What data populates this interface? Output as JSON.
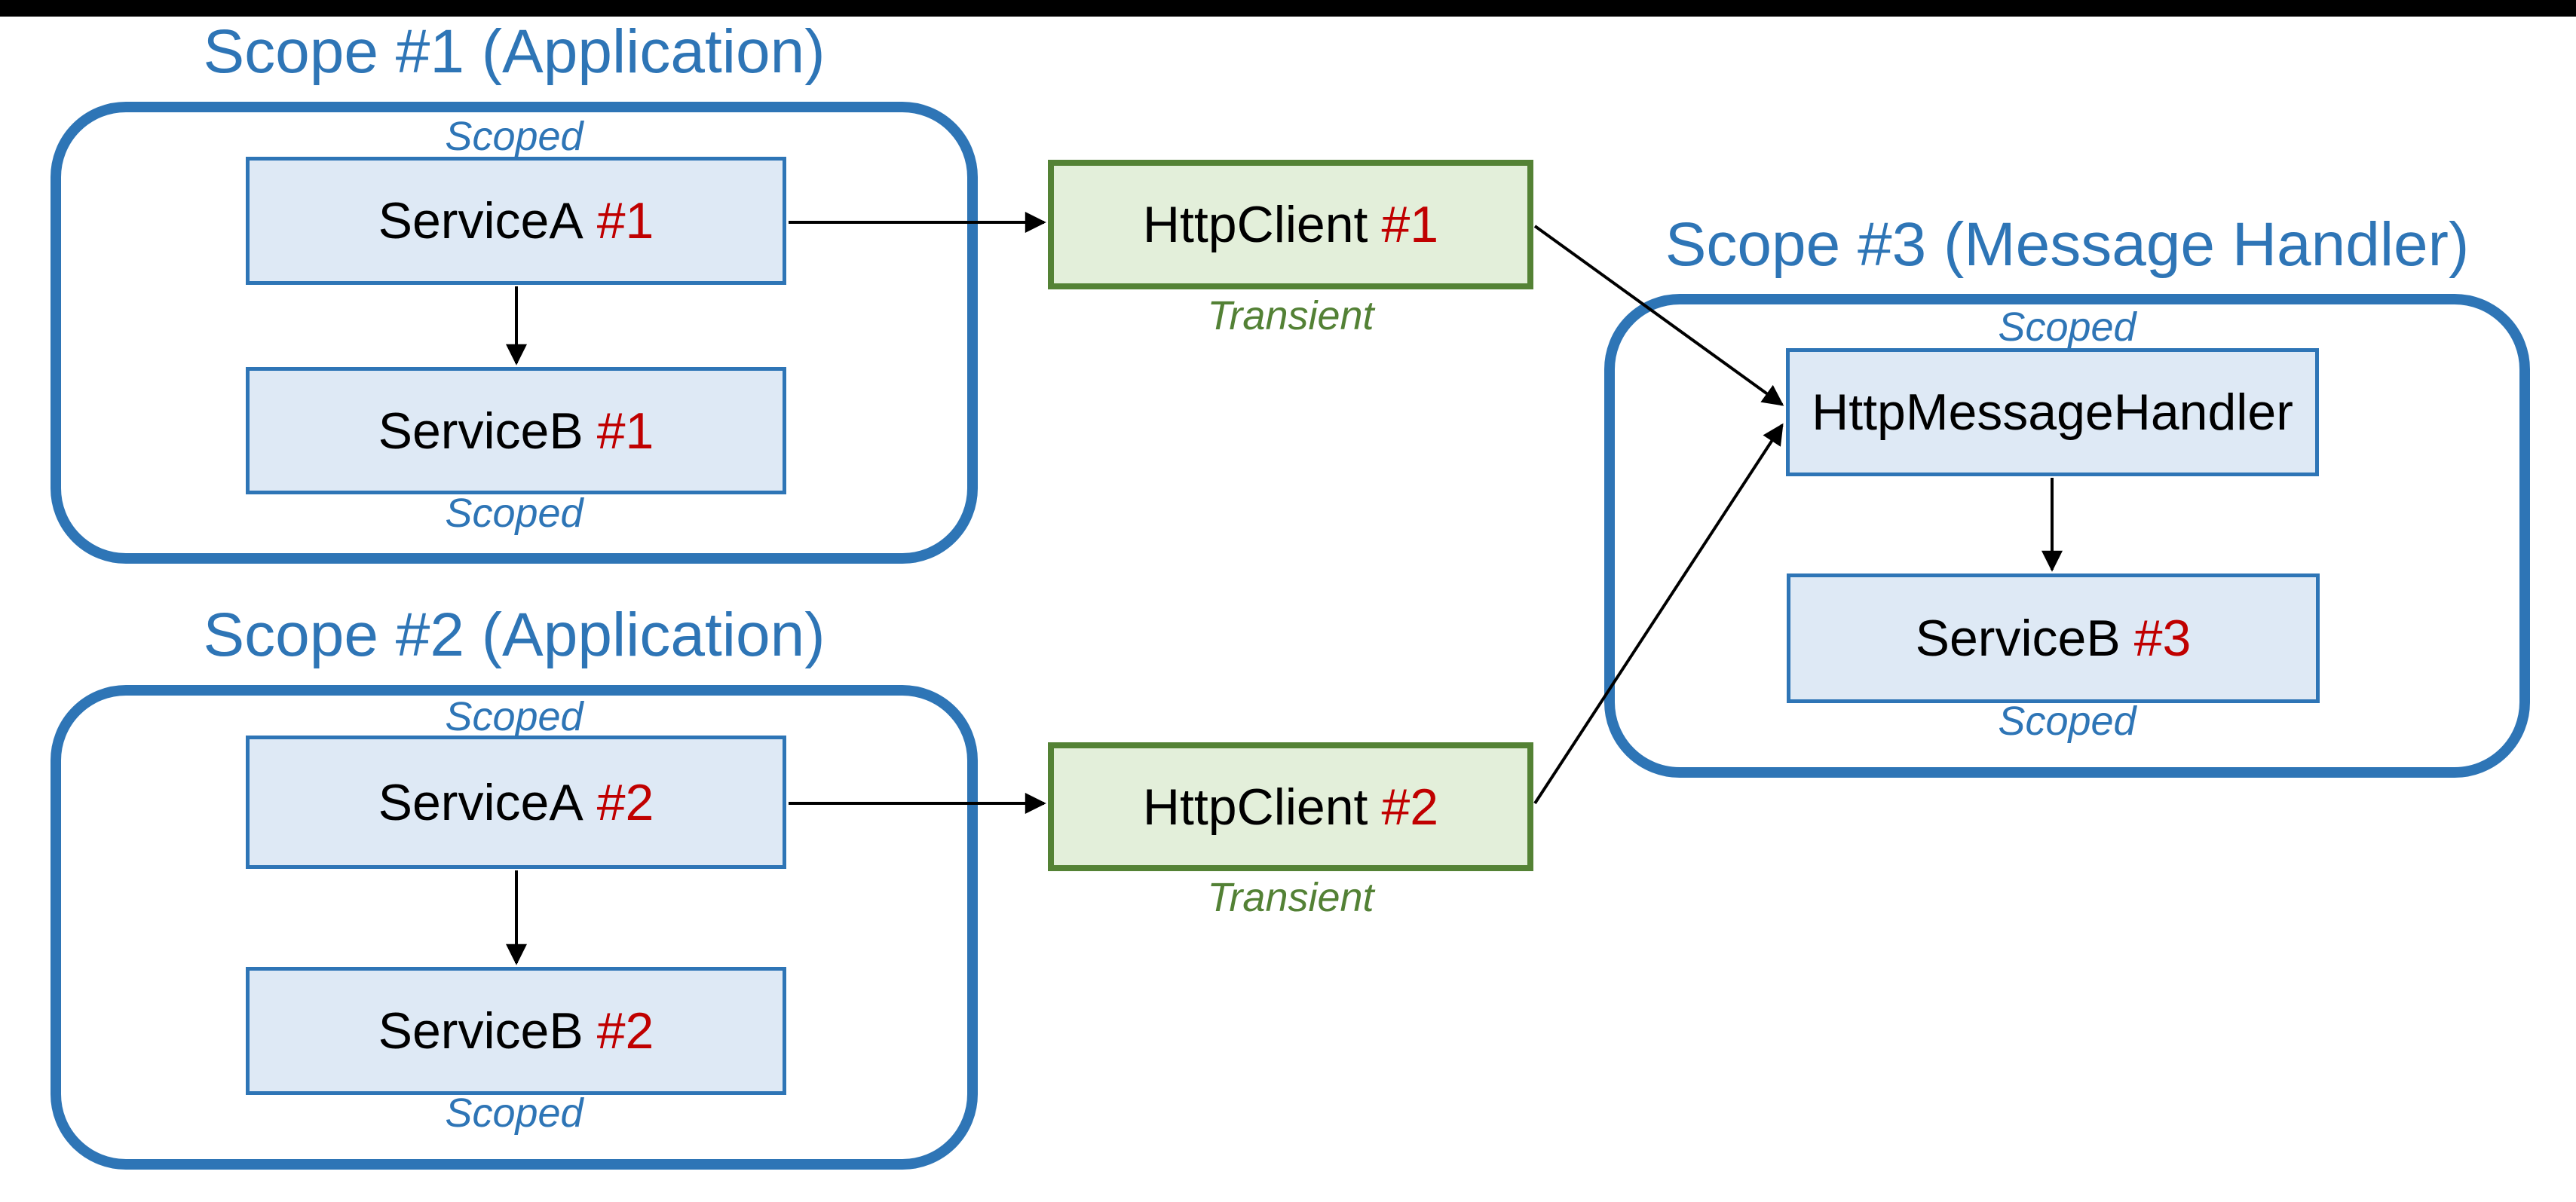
{
  "diagram": {
    "top_bar_color": "#000000",
    "background_color": "#ffffff",
    "colors": {
      "scope_border_blue": "#2e75b6",
      "scope_title_blue": "#2e75b6",
      "node_fill_blue": "#dee9f5",
      "node_border_blue": "#2e75b6",
      "node_fill_green": "#e3efda",
      "node_border_green": "#548235",
      "transient_text_green": "#538135",
      "instance_number_red": "#c00000",
      "node_text_black": "#000000",
      "arrow_black": "#000000"
    },
    "scopes": [
      {
        "id": "scope-1",
        "title": "Scope #1 (Application)",
        "top_label": "Scoped",
        "bottom_label": "Scoped"
      },
      {
        "id": "scope-2",
        "title": "Scope #2 (Application)",
        "top_label": "Scoped",
        "bottom_label": "Scoped"
      },
      {
        "id": "scope-3",
        "title": "Scope #3 (Message Handler)",
        "top_label": "Scoped",
        "bottom_label": "Scoped"
      }
    ],
    "nodes": {
      "service_a1": {
        "label": "ServiceA",
        "instance": "#1"
      },
      "service_b1": {
        "label": "ServiceB",
        "instance": "#1"
      },
      "service_a2": {
        "label": "ServiceA",
        "instance": "#2"
      },
      "service_b2": {
        "label": "ServiceB",
        "instance": "#2"
      },
      "http_client1": {
        "label": "HttpClient",
        "instance": "#1",
        "lifetime": "Transient"
      },
      "http_client2": {
        "label": "HttpClient",
        "instance": "#2",
        "lifetime": "Transient"
      },
      "http_message_handler": {
        "label": "HttpMessageHandler",
        "instance": ""
      },
      "service_b3": {
        "label": "ServiceB",
        "instance": "#3"
      }
    },
    "edges": [
      {
        "from": "ServiceA #1",
        "to": "ServiceB #1"
      },
      {
        "from": "ServiceA #1",
        "to": "HttpClient #1"
      },
      {
        "from": "HttpClient #1",
        "to": "HttpMessageHandler"
      },
      {
        "from": "ServiceA #2",
        "to": "ServiceB #2"
      },
      {
        "from": "ServiceA #2",
        "to": "HttpClient #2"
      },
      {
        "from": "HttpClient #2",
        "to": "HttpMessageHandler"
      },
      {
        "from": "HttpMessageHandler",
        "to": "ServiceB #3"
      }
    ]
  }
}
